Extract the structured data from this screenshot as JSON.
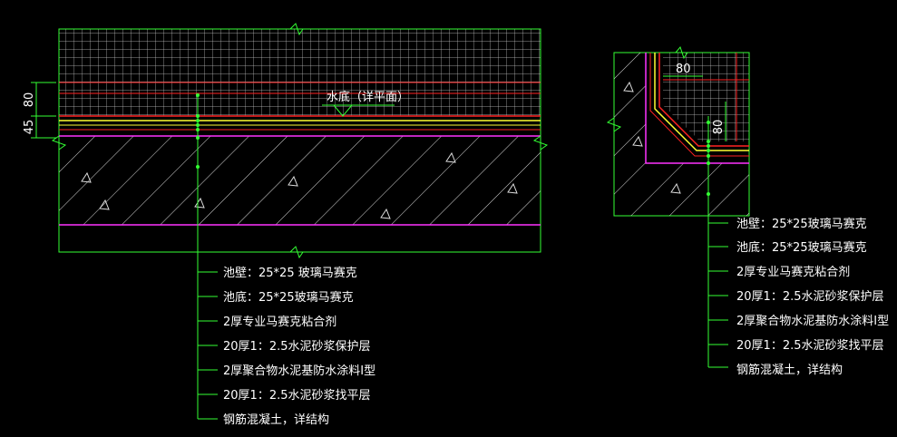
{
  "left_detail": {
    "level_note": "水底（详平面）",
    "dims": [
      "80",
      "45"
    ],
    "layers": [
      "池壁：25*25  玻璃马赛克",
      "池底：25*25玻璃马赛克",
      "2厚专业马赛克粘合剂",
      "20厚1：2.5水泥砂浆保护层",
      "2厚聚合物水泥基防水涂料Ⅰ型",
      "20厚1：2.5水泥砂浆找平层",
      "钢筋混凝土，详结构"
    ]
  },
  "right_detail": {
    "dims": [
      "80",
      "80"
    ],
    "layers": [
      "池壁：25*25玻璃马赛克",
      "池底：25*25玻璃马赛克",
      "2厚专业马赛克粘合剂",
      "20厚1：2.5水泥砂浆保护层",
      "2厚聚合物水泥基防水涂料Ⅰ型",
      "20厚1：2.5水泥砂浆找平层",
      "钢筋混凝土，详结构"
    ]
  },
  "colors": {
    "background": "#000000",
    "outline": "#33ff33",
    "grid": "#c8c8c8",
    "red_line": "#ff2222",
    "yellow_line": "#ffff33",
    "magenta_line": "#ff33ff",
    "hatch": "#dddddd",
    "text": "#ffffff"
  }
}
